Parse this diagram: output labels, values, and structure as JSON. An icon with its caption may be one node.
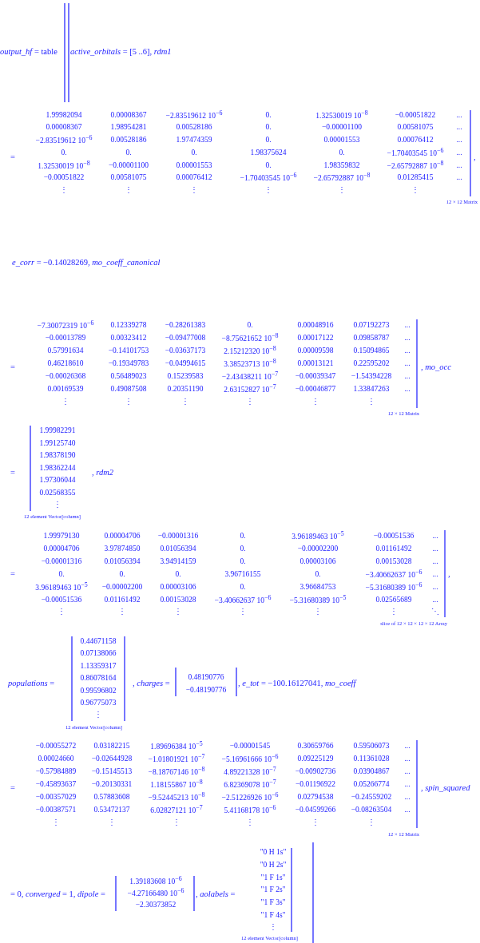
{
  "diagram": {
    "labels": [
      "*output_hf* = table",
      "*active_orbitals* = [5 ..6], *rdm1*",
      "=",
      "1.99982094",
      "0.00008367",
      "−2.83519612 10$^{−6}$",
      "0.",
      "1.32530019 10$^{−8}$",
      "−0.00051822",
      "...",
      "0.00008367",
      "1.98954281",
      "0.00528186",
      "0.",
      "−0.00001100",
      "0.00581075",
      "...",
      "−2.83519612 10$^{−6}$",
      "0.00528186",
      "1.97474359",
      "0.",
      "0.00001553",
      "0.00076412",
      "...",
      "0.",
      "0.",
      "0.",
      "1.98375624",
      "0.",
      "−1.70403545 10$^{−6}$",
      "...",
      "1.32530019 10$^{−8}$",
      "−0.00001100",
      "0.00001553",
      "0.",
      "1.98359832",
      "−2.65792887 10$^{−8}$",
      "...",
      "−0.00051822",
      "0.00581075",
      "0.00076412",
      "−1.70403545 10$^{−6}$",
      "−2.65792887 10$^{−8}$",
      "0.01285415",
      "...",
      "⋮",
      "⋮",
      "⋮",
      "⋮",
      "⋮",
      "⋮",
      ",",
      "12 × 12 Matrix",
      "*e_corr* = −0.14028269, *mo_coeff_canonical*",
      "=",
      "−7.30072319 10$^{−6}$",
      "0.12339278",
      "−0.28261383",
      "0.",
      "0.00048916",
      "0.07192273",
      "...",
      "−0.00013789",
      "0.00323412",
      "−0.09477008",
      "−8.75621652 10$^{−8}$",
      "0.00017122",
      "0.09858787",
      "...",
      "0.57991634",
      "−0.14101753",
      "−0.03637173",
      "2.15212320 10$^{−8}$",
      "0.00009598",
      "0.15094865",
      "...",
      "0.46218610",
      "−0.19349783",
      "−0.04994615",
      "3.38523713 10$^{−8}$",
      "0.00013121",
      "0.22595202",
      "...",
      "−0.00026368",
      "0.56489023",
      "0.15239583",
      "−2.43438211 10$^{−7}$",
      "−0.00039347",
      "−1.54394228",
      "...",
      "0.00169539",
      "0.49087508",
      "0.20351190",
      "2.63152827 10$^{−7}$",
      "−0.00046877",
      "1.33847263",
      "...",
      "⋮",
      "⋮",
      "⋮",
      "⋮",
      "⋮",
      "⋮",
      ", *mo_occ*",
      "12 × 12 Matrix",
      "=",
      "1.99982291",
      "1.99125740",
      "1.98378190",
      "1.98362244",
      "1.97306044",
      "0.02568355",
      "⋮",
      ", *rdm2*",
      "12 element Vector[column]",
      "=",
      "1.99979130",
      "0.00004706",
      "−0.00001316",
      "0.",
      "3.96189463 10$^{−5}$",
      "−0.00051536",
      "...",
      "0.00004706",
      "3.97874850",
      "0.01056394",
      "0.",
      "−0.00002200",
      "0.01161492",
      "...",
      "−0.00001316",
      "0.01056394",
      "3.94914159",
      "0.",
      "0.00003106",
      "0.00153028",
      "...",
      "0.",
      "0.",
      "0.",
      "3.96716155",
      "0.",
      "−3.40662637 10$^{−6}$",
      "...",
      "3.96189463 10$^{−5}$",
      "−0.00002200",
      "0.00003106",
      "0.",
      "3.96684753",
      "−5.31680389 10$^{−6}$",
      "...",
      "−0.00051536",
      "0.01161492",
      "0.00153028",
      "−3.40662637 10$^{−6}$",
      "−5.31680389 10$^{−5}$",
      "0.02565689",
      "...",
      "⋮",
      "⋮",
      "⋮",
      "⋮",
      "⋮",
      "⋮",
      "⋱",
      ",",
      "slice of 12 × 12 × 12 × 12 Array",
      "*populations* =",
      "0.44671158",
      "0.07138066",
      "1.13359317",
      "0.86078164",
      "0.99596802",
      "0.96775073",
      "⋮",
      "12 element Vector[column]",
      ", *charges* =",
      "0.48190776",
      "−0.48190776",
      ", *e_tot* = −100.16127041, *mo_coeff*",
      "=",
      "−0.00055272",
      "0.03182215",
      "1.89696384 10$^{−5}$",
      "−0.00001545",
      "0.30659766",
      "0.59506073",
      "...",
      "0.00024660",
      "−0.02644928",
      "−1.01801921 10$^{−7}$",
      "−5.16961666 10$^{−6}$",
      "0.09225129",
      "0.11361028",
      "...",
      "−0.57984889",
      "−0.15145513",
      "−8.18767146 10$^{−8}$",
      "4.89221328 10$^{−7}$",
      "−0.00902736",
      "0.03904867",
      "...",
      "−0.45893637",
      "−0.20130331",
      "1.18155867 10$^{−8}$",
      "6.82369078 10$^{−7}$",
      "−0.01196922",
      "0.05266774",
      "...",
      "−0.00357029",
      "0.57883608",
      "−9.52445213 10$^{−8}$",
      "−2.51226926 10$^{−6}$",
      "0.02794538",
      "−0.24559202",
      "...",
      "−0.00387571",
      "0.53472137",
      "6.02827121 10$^{−7}$",
      "5.41168178 10$^{−6}$",
      "−0.04599266",
      "−0.08263504",
      "...",
      "⋮",
      "⋮",
      "⋮",
      "⋮",
      "⋮",
      "⋮",
      ", *spin_squared*",
      "12 × 12 Matrix",
      "= 0, *converged* = 1, *dipole* =",
      "1.39183608 10$^{−6}$",
      "−4.27166480 10$^{−6}$",
      "−2.30373852",
      ", *aolabels* =",
      "\"0 H 1s\"",
      "\"0 H 2s\"",
      "\"1 F 1s\"",
      "\"1 F 2s\"",
      "\"1 F 3s\"",
      "\"1 F 4s\"",
      "⋮",
      "12 element Vector[column]"
    ]
  }
}
